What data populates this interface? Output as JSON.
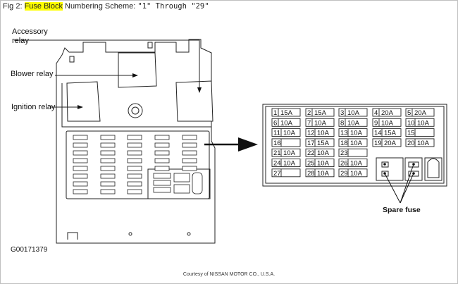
{
  "title": {
    "prefix": "Fig 2: ",
    "highlight": "Fuse Block",
    "middle": " Numbering Scheme: ",
    "scheme": "\"1\" Through \"29\"",
    "highlight_color": "#ffff00"
  },
  "callouts": {
    "accessory_relay": "Accessory relay",
    "blower_relay": "Blower relay",
    "ignition_relay": "Ignition relay",
    "spare_fuse": "Spare fuse"
  },
  "diagram_code": "G00171379",
  "credit": "Courtesy of NISSAN MOTOR CO., U.S.A.",
  "fuse_table": [
    [
      {
        "n": "1",
        "a": "15A"
      },
      {
        "n": "2",
        "a": "15A"
      },
      {
        "n": "3",
        "a": "10A"
      },
      {
        "n": "4",
        "a": "20A"
      },
      {
        "n": "5",
        "a": "20A"
      }
    ],
    [
      {
        "n": "6",
        "a": "10A"
      },
      {
        "n": "7",
        "a": "10A"
      },
      {
        "n": "8",
        "a": "10A"
      },
      {
        "n": "9",
        "a": "10A"
      },
      {
        "n": "10",
        "a": "10A"
      }
    ],
    [
      {
        "n": "11",
        "a": "10A"
      },
      {
        "n": "12",
        "a": "10A"
      },
      {
        "n": "13",
        "a": "10A"
      },
      {
        "n": "14",
        "a": "15A"
      },
      {
        "n": "15",
        "a": ""
      }
    ],
    [
      {
        "n": "16",
        "a": ""
      },
      {
        "n": "17",
        "a": "15A"
      },
      {
        "n": "18",
        "a": "10A"
      },
      {
        "n": "19",
        "a": "20A"
      },
      {
        "n": "20",
        "a": "10A"
      }
    ],
    [
      {
        "n": "21",
        "a": "10A"
      },
      {
        "n": "22",
        "a": "10A"
      },
      {
        "n": "23",
        "a": ""
      }
    ],
    [
      {
        "n": "24",
        "a": "10A"
      },
      {
        "n": "25",
        "a": "10A"
      },
      {
        "n": "26",
        "a": "10A"
      }
    ],
    [
      {
        "n": "27",
        "a": ""
      },
      {
        "n": "28",
        "a": "10A"
      },
      {
        "n": "29",
        "a": "10A"
      }
    ]
  ]
}
